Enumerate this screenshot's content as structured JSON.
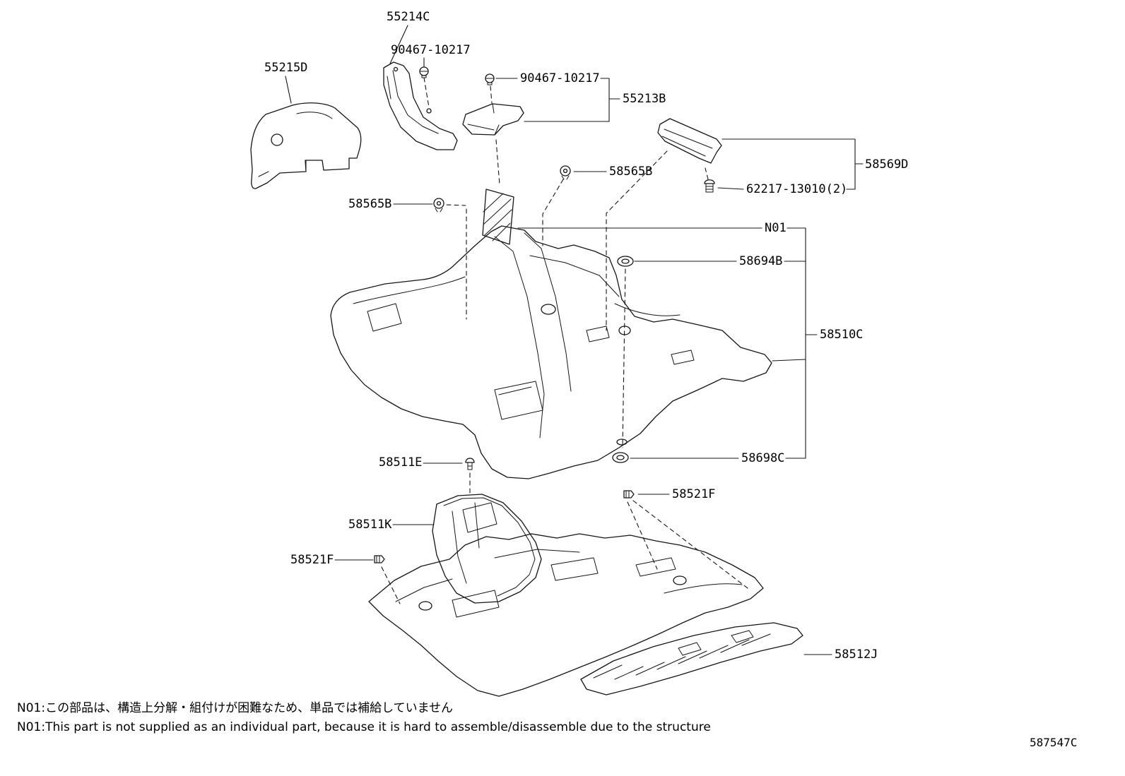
{
  "labels": {
    "l55214C": "55214C",
    "l90467a": "90467-10217",
    "l55215D": "55215D",
    "l90467b": "90467-10217",
    "l55213B": "55213B",
    "l58565Ba": "58565B",
    "l58569D": "58569D",
    "l58565Bb": "58565B",
    "l62217": "62217-13010(2)",
    "lN01": "N01",
    "l58694B": "58694B",
    "l58510C": "58510C",
    "l58698C": "58698C",
    "l58511E": "58511E",
    "l58521Fa": "58521F",
    "l58511K": "58511K",
    "l58521Fb": "58521F",
    "l58512J": "58512J"
  },
  "notes": {
    "japanese": "N01:この部品は、構造上分解・組付けが困難なため、単品では補給していません",
    "english": "N01:This part is not supplied as an individual part, because it is hard to assemble/disassemble due to the structure"
  },
  "figure_code": "587547C"
}
